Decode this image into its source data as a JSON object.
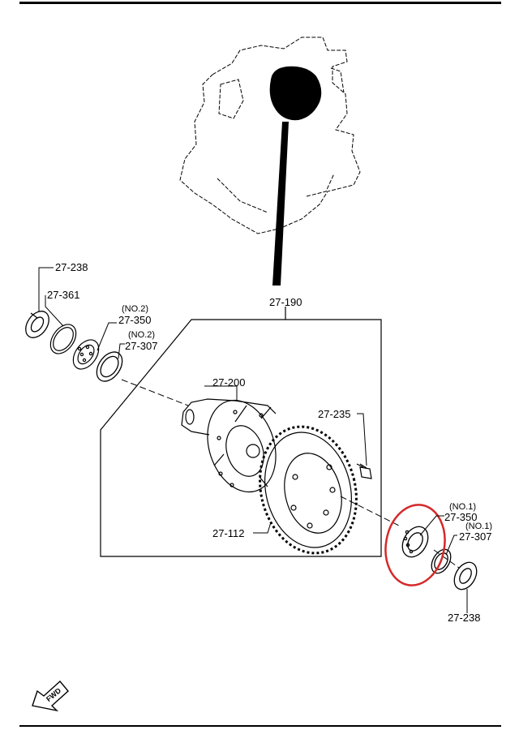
{
  "colors": {
    "line": "#000000",
    "highlight": "#d42a2a",
    "background": "#ffffff"
  },
  "labels": {
    "p27_238_top": "27-238",
    "p27_361": "27-361",
    "p27_350_no2_note": "(NO.2)",
    "p27_350_no2": "27-350",
    "p27_307_no2_note": "(NO.2)",
    "p27_307_no2": "27-307",
    "p27_190": "27-190",
    "p27_200": "27-200",
    "p27_235": "27-235",
    "p27_112": "27-112",
    "p27_350_no1_note": "(NO.1)",
    "p27_350_no1": "27-350",
    "p27_307_no1_note": "(NO.1)",
    "p27_307_no1": "27-307",
    "p27_238_bottom": "27-238"
  },
  "fwd": {
    "label": "FWD",
    "icon": "fwd-arrow-icon"
  },
  "highlight": {
    "part": "27-350 (NO.1)",
    "shape": "ellipse"
  }
}
